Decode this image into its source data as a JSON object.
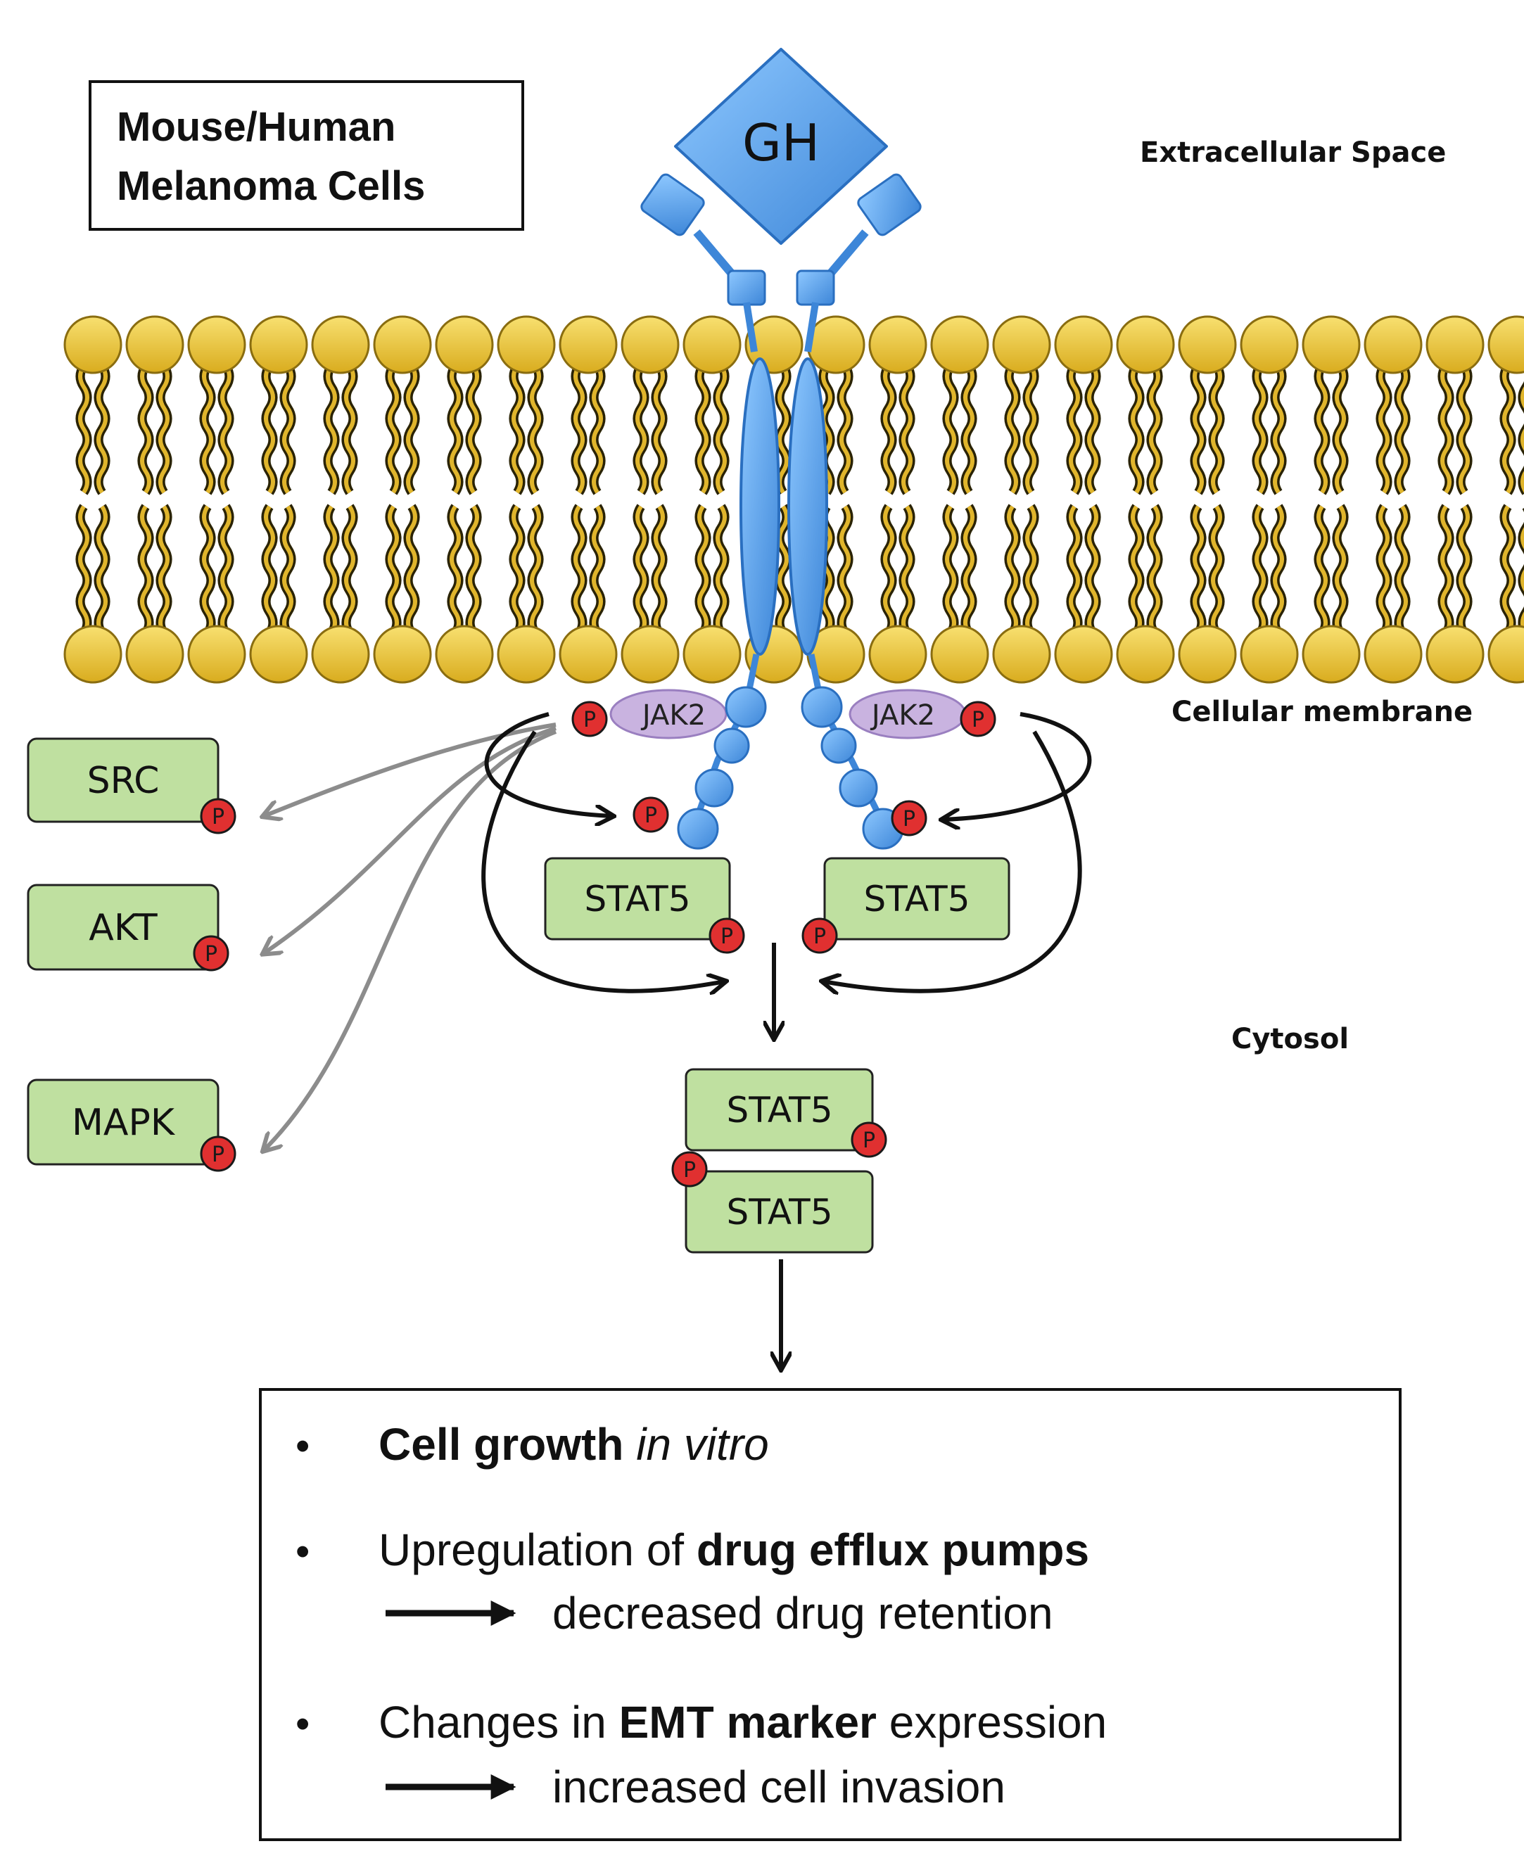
{
  "title_box": {
    "line1": "Mouse/Human",
    "line2": "Melanoma Cells"
  },
  "ligand": {
    "label": "GH"
  },
  "regions": {
    "extracellular": "Extracellular Space",
    "membrane": "Cellular membrane",
    "cytosol": "Cytosol"
  },
  "kinase": {
    "label": "JAK2"
  },
  "phospho": {
    "label": "P"
  },
  "pathways": [
    "SRC",
    "AKT",
    "MAPK"
  ],
  "stat": {
    "label": "STAT5"
  },
  "outcomes": {
    "item1": {
      "bold": "Cell growth",
      "italic": " in vitro"
    },
    "item2": {
      "pre": "Upregulation of ",
      "bold": "drug efflux pumps",
      "result": "decreased drug retention"
    },
    "item3": {
      "pre": "Changes in ",
      "bold": "EMT marker",
      "post": " expression",
      "result": "increased cell invasion"
    }
  },
  "colors": {
    "lipid_head": "#f0c93a",
    "lipid_tail": "#e0b52c",
    "receptor": "#5aa0e6",
    "jak2": "#c9b3e0",
    "phospho": "#e03030",
    "pathway_box": "#bfe0a0",
    "arrow_black": "#111111",
    "arrow_grey": "#8c8c8c"
  }
}
